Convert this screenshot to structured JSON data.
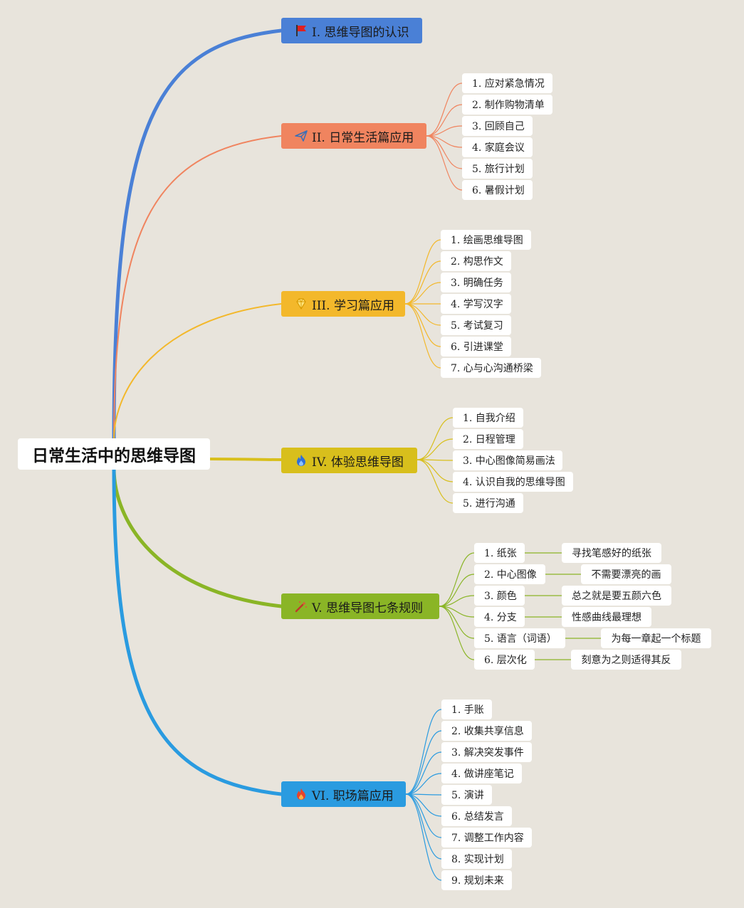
{
  "root": {
    "title": "日常生活中的思维导图"
  },
  "branches": [
    {
      "label": "I. 思维导图的认识",
      "color": "#4a80d6",
      "icon": "red-flag-icon",
      "children": []
    },
    {
      "label": "II. 日常生活篇应用",
      "color": "#f0845f",
      "icon": "paper-plane-icon",
      "children": [
        {
          "label": "1. 应对紧急情况"
        },
        {
          "label": "2. 制作购物清单"
        },
        {
          "label": "3. 回顾自己"
        },
        {
          "label": "4. 家庭会议"
        },
        {
          "label": "5. 旅行计划"
        },
        {
          "label": "6. 暑假计划"
        }
      ]
    },
    {
      "label": "III. 学习篇应用",
      "color": "#f3b82b",
      "icon": "diamond-icon",
      "children": [
        {
          "label": "1. 绘画思维导图"
        },
        {
          "label": "2. 构思作文"
        },
        {
          "label": "3. 明确任务"
        },
        {
          "label": "4. 学写汉字"
        },
        {
          "label": "5. 考试复习"
        },
        {
          "label": "6. 引进课堂"
        },
        {
          "label": "7. 心与心沟通桥梁"
        }
      ]
    },
    {
      "label": "IV. 体验思维导图",
      "color": "#d8bf1c",
      "icon": "fire-icon",
      "children": [
        {
          "label": "1. 自我介绍"
        },
        {
          "label": "2. 日程管理"
        },
        {
          "label": "3. 中心图像简易画法"
        },
        {
          "label": "4. 认识自我的思维导图"
        },
        {
          "label": "5. 进行沟通"
        }
      ]
    },
    {
      "label": "V. 思维导图七条规则",
      "color": "#8ab526",
      "icon": "magic-wand-icon",
      "children": [
        {
          "label": "1. 纸张",
          "note": "寻找笔感好的纸张"
        },
        {
          "label": "2. 中心图像",
          "note": "不需要漂亮的画"
        },
        {
          "label": "3. 颜色",
          "note": "总之就是要五颜六色"
        },
        {
          "label": "4. 分支",
          "note": "性感曲线最理想"
        },
        {
          "label": "5. 语言（词语）",
          "note": "为每一章起一个标题"
        },
        {
          "label": "6. 层次化",
          "note": "刻意为之则适得其反"
        }
      ]
    },
    {
      "label": "VI. 职场篇应用",
      "color": "#2a9be0",
      "icon": "fire-icon",
      "children": [
        {
          "label": "1. 手账"
        },
        {
          "label": "2. 收集共享信息"
        },
        {
          "label": "3. 解决突发事件"
        },
        {
          "label": "4. 做讲座笔记"
        },
        {
          "label": "5. 演讲"
        },
        {
          "label": "6. 总结发言"
        },
        {
          "label": "7. 调整工作内容"
        },
        {
          "label": "8. 实现计划"
        },
        {
          "label": "9. 规划未来"
        }
      ]
    }
  ]
}
